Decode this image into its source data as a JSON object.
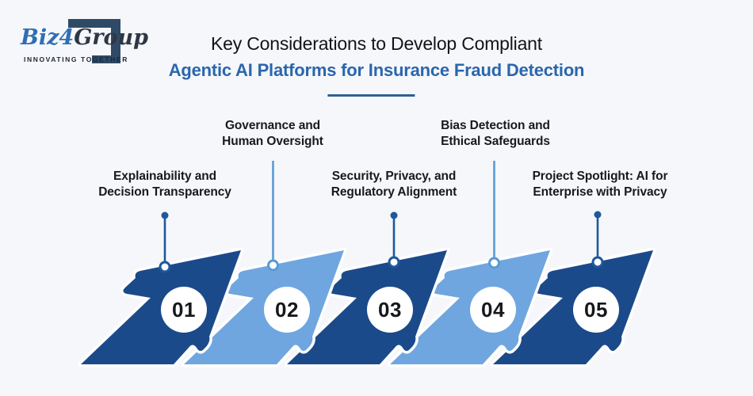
{
  "logo": {
    "brand_biz": "Biz",
    "brand_4": "4",
    "brand_group": "Group",
    "tagline": "INNOVATING TOGETHER"
  },
  "title": {
    "line1": "Key Considerations to Develop Compliant",
    "line2": "Agentic AI Platforms for Insurance Fraud Detection"
  },
  "colors": {
    "background": "#f6f7fa",
    "dark_blue": "#1b4a8a",
    "light_blue": "#6fa6df",
    "title_blue": "#2a66ad",
    "divider": "#2c6096"
  },
  "steps": [
    {
      "num": "01",
      "line1": "Explainability and",
      "line2": "Decision Transparency",
      "tone": "dark"
    },
    {
      "num": "02",
      "line1": "Governance and",
      "line2": "Human Oversight",
      "tone": "light"
    },
    {
      "num": "03",
      "line1": "Security, Privacy, and",
      "line2": "Regulatory Alignment",
      "tone": "dark"
    },
    {
      "num": "04",
      "line1": "Bias Detection and",
      "line2": "Ethical Safeguards",
      "tone": "light"
    },
    {
      "num": "05",
      "line1": "Project Spotlight: AI for",
      "line2": "Enterprise with Privacy",
      "tone": "dark"
    }
  ]
}
